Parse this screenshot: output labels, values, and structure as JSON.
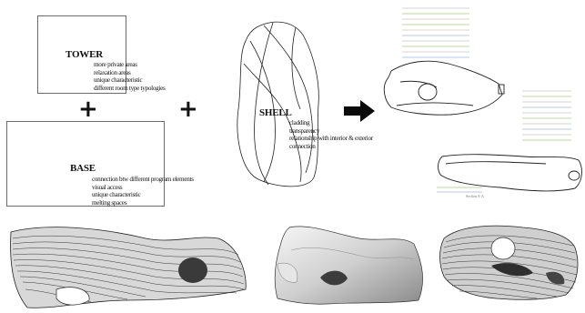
{
  "tower": {
    "title": "TOWER",
    "items": [
      "more private areas",
      "relaxation areas",
      "unique characteristic",
      "different room type typologies"
    ]
  },
  "base": {
    "title": "BASE",
    "items": [
      "connection btw different program elements",
      "visual access",
      "unique characteristic",
      "melting spaces"
    ]
  },
  "shell": {
    "title": "SHELL",
    "items": [
      "cladding",
      "transparency",
      "relationship with interior & exterior",
      "connection"
    ]
  },
  "operators": {
    "plus": "+",
    "arrow": "arrow-right-icon"
  },
  "elevation_caption": "Section A-A",
  "colors": {
    "line": "#111111",
    "box": "#6b6b6b",
    "guide_green": "#9fcf7a",
    "guide_grey": "#c8c8c8",
    "guide_blue": "#9fb8e0"
  }
}
